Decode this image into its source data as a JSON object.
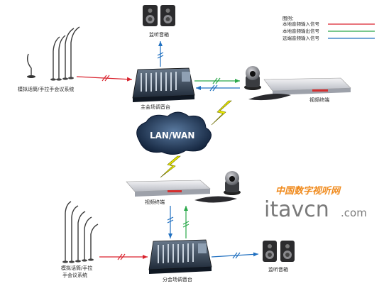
{
  "legend": {
    "title": "图例：",
    "items": [
      {
        "label": "本地音频输入信号",
        "color": "#d9232e"
      },
      {
        "label": "本地音频输出信号",
        "color": "#2aa84a"
      },
      {
        "label": "远端音频输入信号",
        "color": "#2070c0"
      }
    ]
  },
  "labels": {
    "monitor_top": "监听音箱",
    "mic_top": "模拟话筒/手拉手会议系统",
    "main_mixer": "主会场调音台",
    "terminal_top": "视频终端",
    "cloud": "LAN/WAN",
    "terminal_bottom": "视频终端",
    "mic_bottom_1": "模拟话筒/手拉",
    "mic_bottom_2": "手会议系统",
    "sub_mixer": "分会场调音台",
    "monitor_bottom": "监听音箱"
  },
  "watermark": {
    "site_cn": "中国数字视听网",
    "brand": "itavcn",
    "domain": ".com"
  },
  "colors": {
    "input": "#d9232e",
    "output": "#2aa84a",
    "remote": "#2070c0",
    "lightning": "#e8e800"
  }
}
